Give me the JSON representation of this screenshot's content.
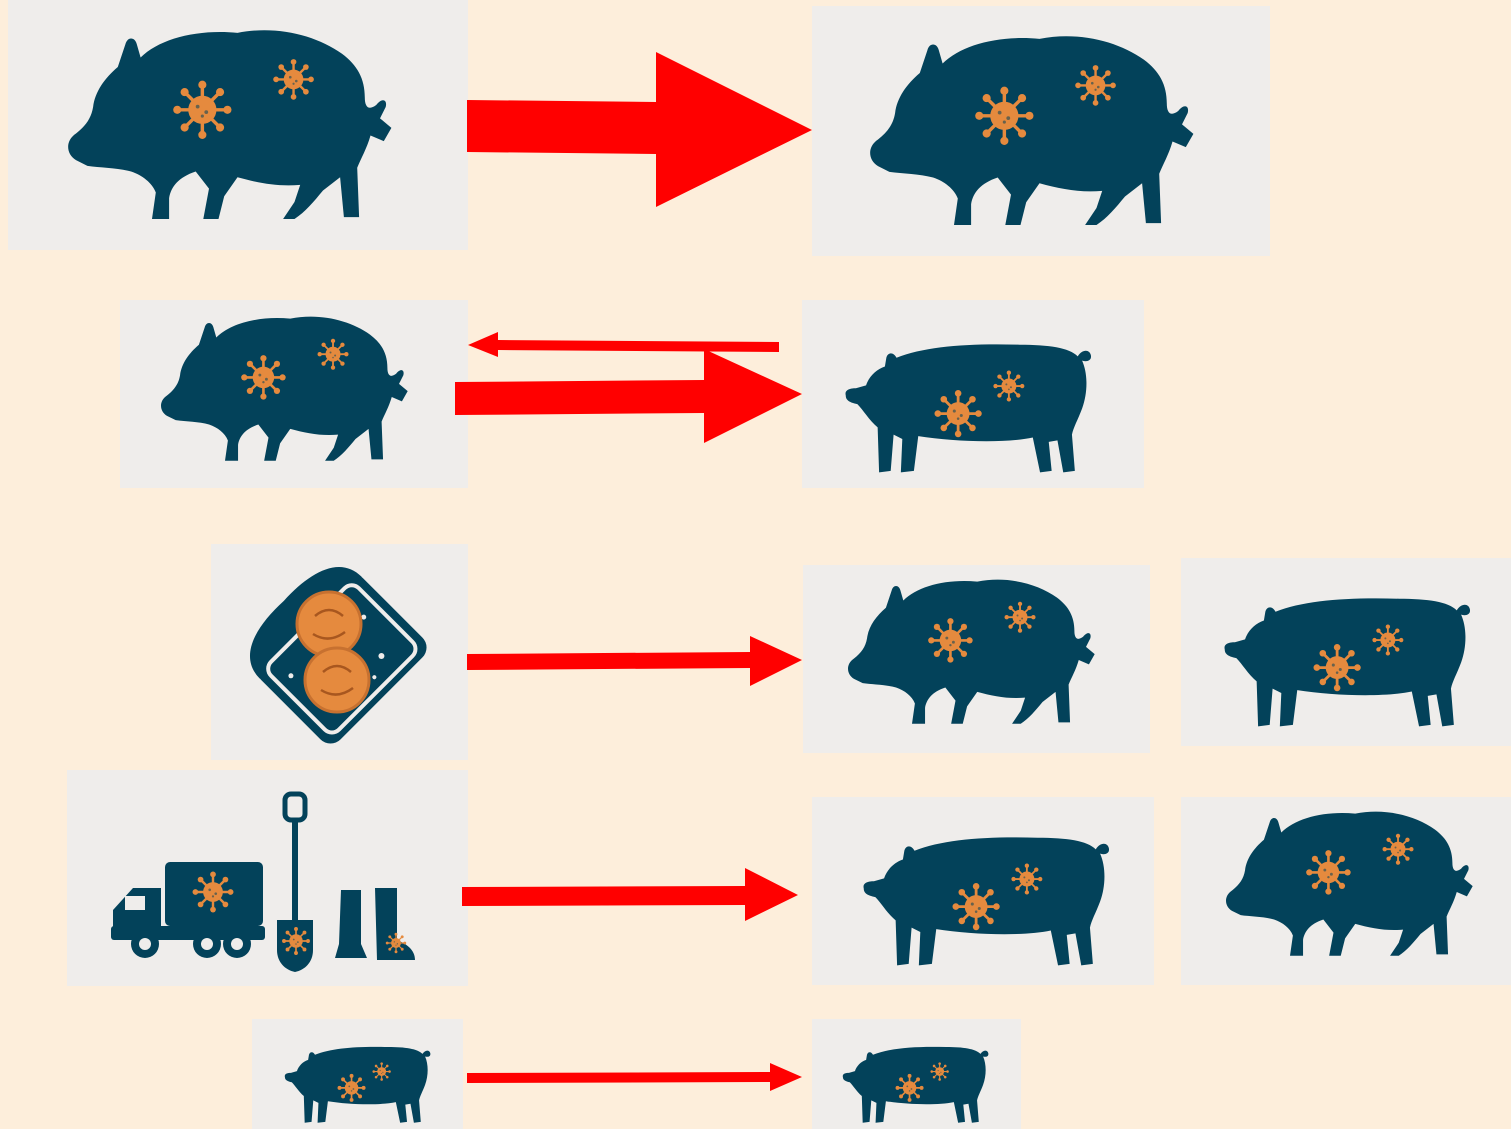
{
  "colors": {
    "background": "#fdeedb",
    "panel": "#efedeb",
    "animal": "#03425a",
    "virus": "#e58a3e",
    "arrow": "#ff0000"
  },
  "diagram": {
    "rows": [
      {
        "source": [
          "wild-boar-icon"
        ],
        "arrow": "thick-right",
        "targets": [
          "wild-boar-icon"
        ]
      },
      {
        "source": [
          "wild-boar-icon"
        ],
        "arrow": "bidirectional",
        "targets": [
          "domestic-pig-icon"
        ]
      },
      {
        "source": [
          "contaminated-food-icon"
        ],
        "arrow": "right",
        "targets": [
          "wild-boar-icon",
          "domestic-pig-icon"
        ]
      },
      {
        "source": [
          "truck-icon",
          "shovel-icon",
          "boots-icon"
        ],
        "arrow": "right",
        "targets": [
          "domestic-pig-icon",
          "wild-boar-icon"
        ]
      },
      {
        "source": [
          "domestic-pig-icon"
        ],
        "arrow": "thin-right",
        "targets": [
          "domestic-pig-icon"
        ]
      }
    ]
  }
}
